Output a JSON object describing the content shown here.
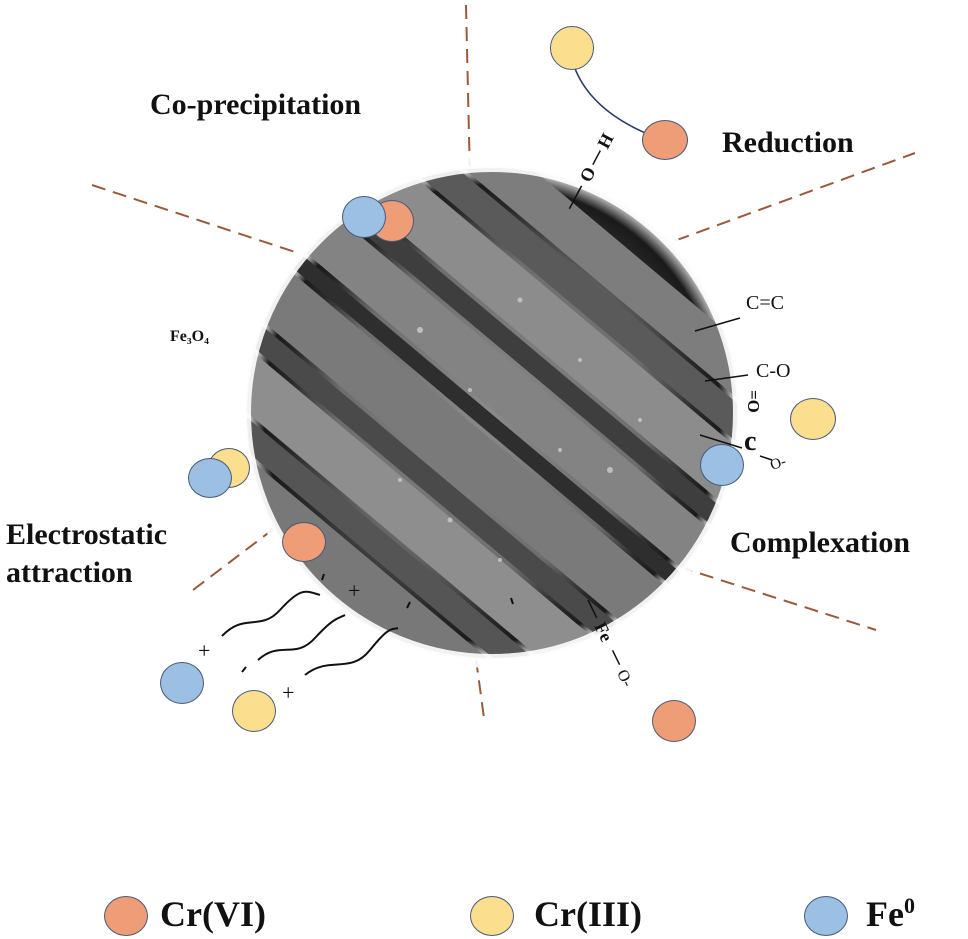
{
  "mechanisms": {
    "coprecipitation": "Co-precipitation",
    "reduction": "Reduction",
    "complexation": "Complexation",
    "electrostatic_line1": "Electrostatic",
    "electrostatic_line2": "attraction"
  },
  "material_label": "Fe₃O₄",
  "functional_groups": {
    "cc": "C=C",
    "co": "C-O",
    "carboxyl_c": "c",
    "carboxyl_o": "=O",
    "carboxyl_ominus": "O-",
    "hydroxyl_o": "O",
    "hydroxyl_h": "H",
    "fe": "Fe",
    "fe_o": "O-",
    "plus": "+"
  },
  "legend": {
    "cr6_label": "Cr(VI)",
    "cr3_label": "Cr(III)",
    "fe0_label_base": "Fe",
    "fe0_label_sup": "0"
  },
  "colors": {
    "cr6": "#ee9d77",
    "cr3": "#fcdf8e",
    "fe0": "#9cbfe4",
    "divider": "#9a5a3a"
  }
}
